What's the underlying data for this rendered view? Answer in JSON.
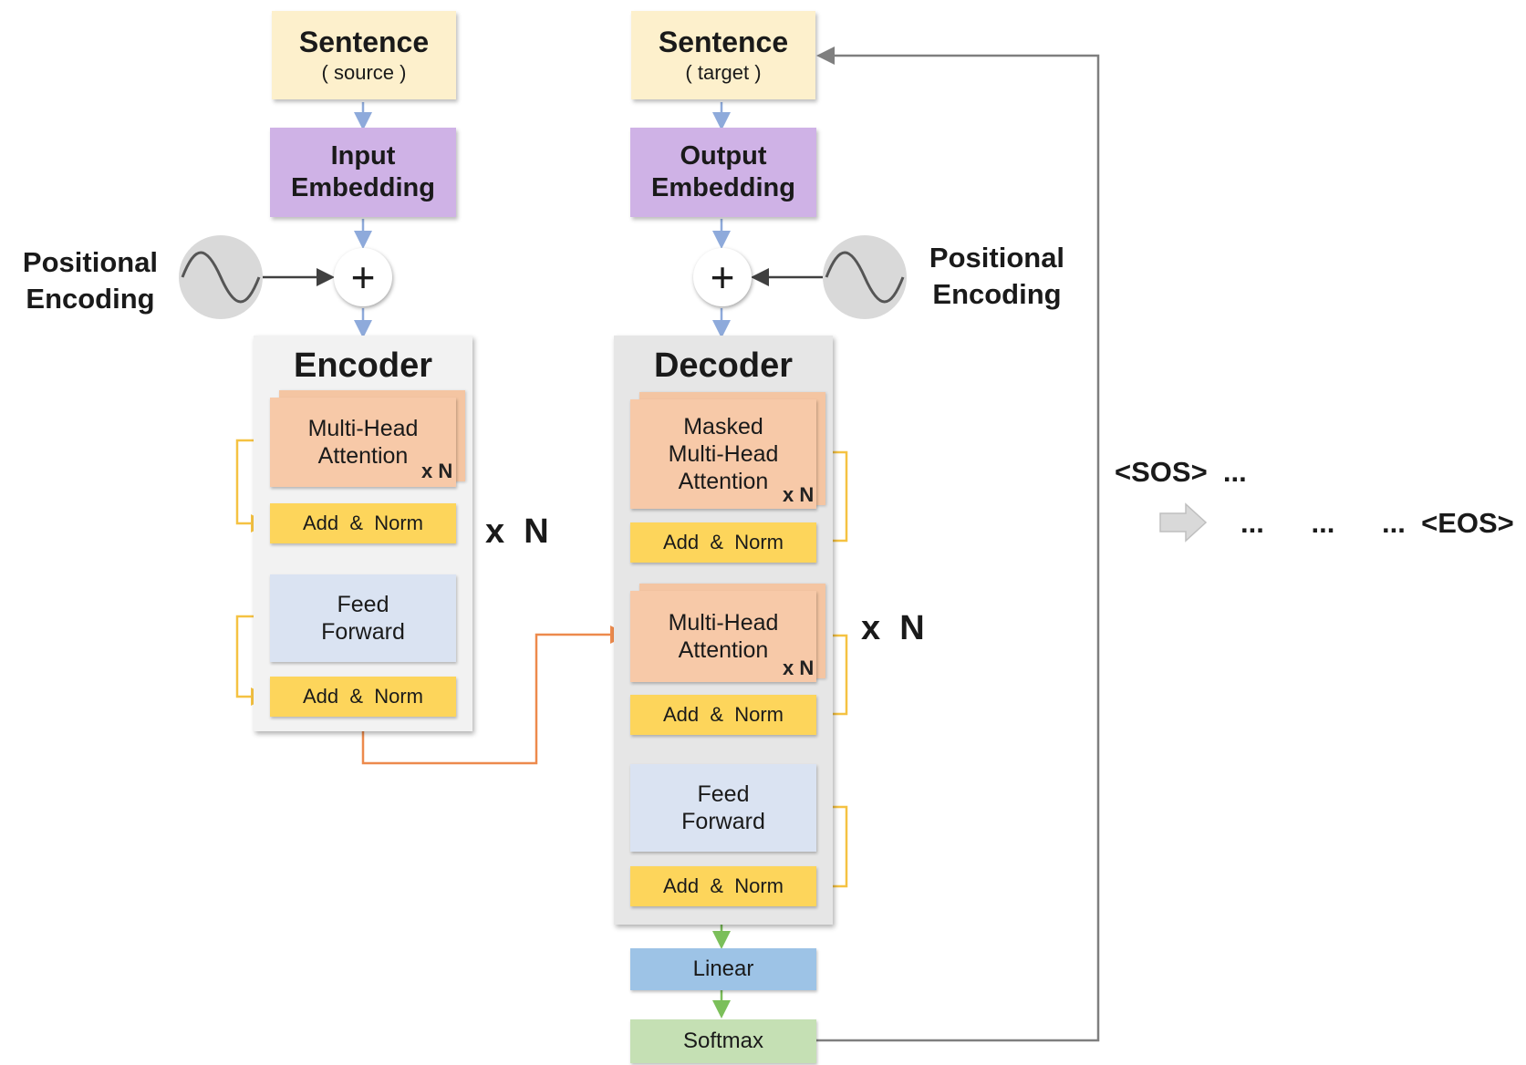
{
  "encoder_side": {
    "sentence_title": "Sentence",
    "sentence_sub": "( source )",
    "embedding_line1": "Input",
    "embedding_line2": "Embedding",
    "positional_line1": "Positional",
    "positional_line2": "Encoding",
    "plus": "+",
    "stack_title": "Encoder",
    "attention_line1": "Multi-Head",
    "attention_line2": "Attention",
    "attention_repeat": "x N",
    "addnorm_1": "Add  &  Norm",
    "ff_line1": "Feed",
    "ff_line2": "Forward",
    "addnorm_2": "Add  &  Norm",
    "layer_repeat": "x  N"
  },
  "decoder_side": {
    "sentence_title": "Sentence",
    "sentence_sub": "( target )",
    "embedding_line1": "Output",
    "embedding_line2": "Embedding",
    "positional_line1": "Positional",
    "positional_line2": "Encoding",
    "plus": "+",
    "stack_title": "Decoder",
    "masked_line1": "Masked",
    "masked_line2": "Multi-Head",
    "masked_line3": "Attention",
    "masked_repeat": "x N",
    "addnorm_1": "Add  &  Norm",
    "cross_line1": "Multi-Head",
    "cross_line2": "Attention",
    "cross_repeat": "x N",
    "addnorm_2": "Add  &  Norm",
    "ff_line1": "Feed",
    "ff_line2": "Forward",
    "addnorm_3": "Add  &  Norm",
    "layer_repeat": "x  N",
    "linear": "Linear",
    "softmax": "Softmax"
  },
  "output_sequence": {
    "line1": "<SOS>  ...",
    "line2": "...      ...      ...  <EOS>"
  },
  "colors": {
    "sentence": "#fdf0cc",
    "embedding": "#cfb2e6",
    "attention": "#f7c9a8",
    "add_norm": "#fdd55b",
    "feed_forward": "#dae3f2",
    "linear": "#9dc3e6",
    "softmax": "#c5e0b4",
    "flow_arrow": "#8eaadb",
    "residual_arrow": "#f5c242",
    "encoder_output_arrow": "#ed8a4c",
    "feedback_arrow": "#7f7f7f",
    "output_arrow": "#7bbf5a"
  }
}
